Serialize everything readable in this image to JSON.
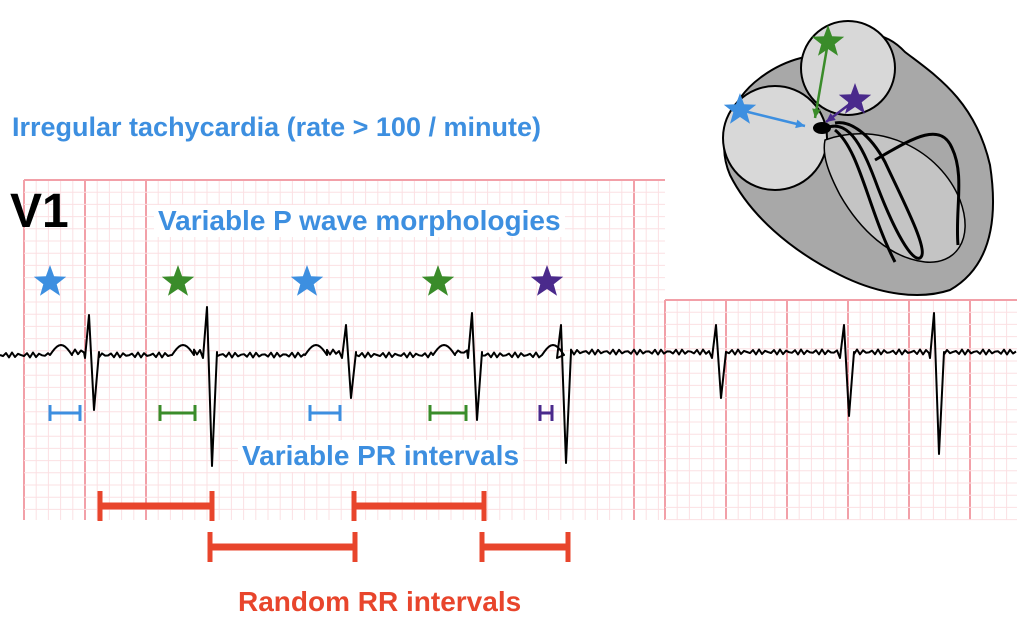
{
  "labels": {
    "title": "Irregular tachycardia (rate > 100 / minute)",
    "lead": "V1",
    "p_wave": "Variable P wave morphologies",
    "pr": "Variable PR intervals",
    "rr": "Random RR intervals"
  },
  "colors": {
    "blue": "#3d8fe0",
    "green": "#3a8c2a",
    "purple": "#4a2a8c",
    "red": "#e8452c",
    "grid_major": "#f2a0a8",
    "grid_minor": "#fbe0e3",
    "heart_outer": "#a8a8a8",
    "heart_inner": "#d8d8d8"
  },
  "p_wave_stars": [
    {
      "color": "blue"
    },
    {
      "color": "green"
    },
    {
      "color": "blue"
    },
    {
      "color": "green"
    },
    {
      "color": "purple"
    }
  ],
  "pr_intervals": [
    {
      "color": "blue"
    },
    {
      "color": "green"
    },
    {
      "color": "blue"
    },
    {
      "color": "green"
    },
    {
      "color": "purple"
    }
  ],
  "heart_foci": [
    {
      "color": "green"
    },
    {
      "color": "blue"
    },
    {
      "color": "purple"
    }
  ]
}
